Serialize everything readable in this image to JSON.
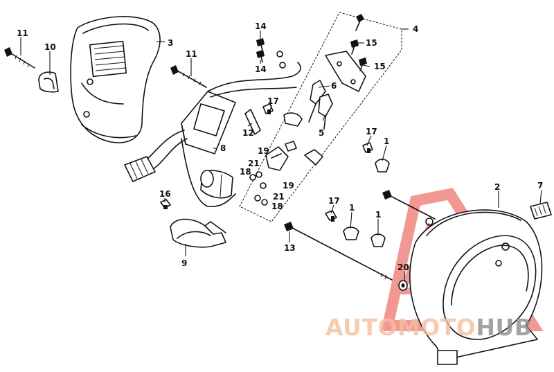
{
  "callouts": {
    "c1": "1",
    "c2": "2",
    "c3": "3",
    "c4": "4",
    "c5": "5",
    "c6": "6",
    "c7": "7",
    "c8": "8",
    "c9": "9",
    "c10": "10",
    "c11": "11",
    "c12": "12",
    "c13": "13",
    "c14": "14",
    "c15": "15",
    "c16": "16",
    "c17": "17",
    "c18": "18",
    "c19": "19",
    "c20": "20",
    "c21": "21"
  },
  "watermark": {
    "word_part1": "AUTOMOTO",
    "word_part2": "HUB",
    "color_part1": "#f2c0a0",
    "color_part2": "#8c8c8c",
    "logo_color": "#e8453c"
  },
  "colors": {
    "line": "#111111",
    "background": "#ffffff"
  }
}
